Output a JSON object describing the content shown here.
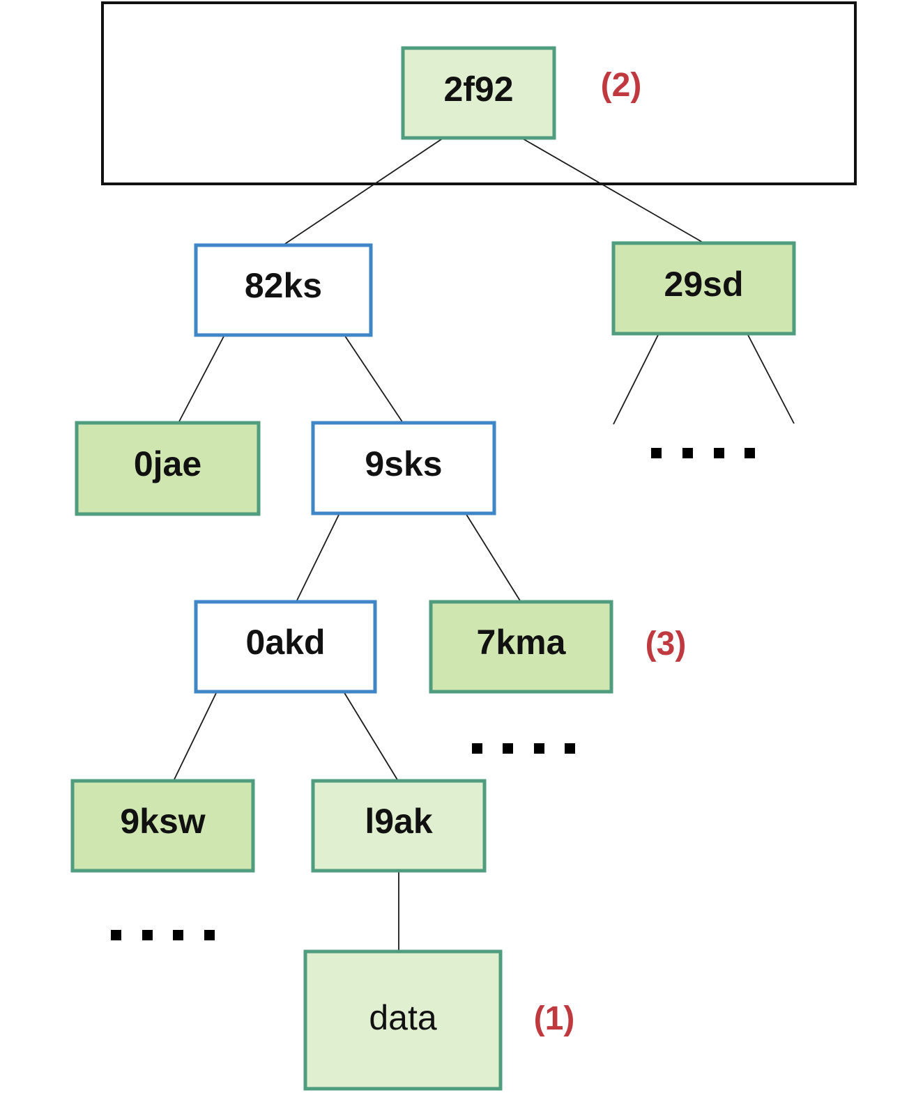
{
  "colors": {
    "green_border": "#4f9c7f",
    "blue_border": "#3f86c6",
    "fill_light_green": "#e0efcf",
    "fill_green": "#cfe6b1",
    "fill_white": "#ffffff",
    "marker_red": "#c0393f",
    "frame_black": "#111111",
    "dots_black": "#000000"
  },
  "nodes": {
    "n2f92": "2f92",
    "n82ks": "82ks",
    "n29sd": "29sd",
    "n0jae": "0jae",
    "n9sks": "9sks",
    "n0akd": "0akd",
    "n7kma": "7kma",
    "n9ksw": "9ksw",
    "nl9ak": "l9ak",
    "ndata": "data"
  },
  "markers": {
    "m1": "(1)",
    "m2": "(2)",
    "m3": "(3)"
  }
}
